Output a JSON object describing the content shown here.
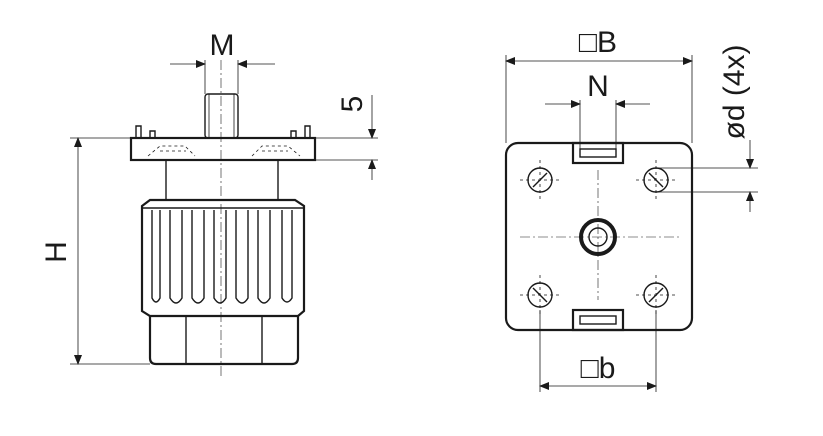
{
  "side_view": {
    "label_M": "M",
    "label_5": "5",
    "label_H": "H"
  },
  "top_view": {
    "label_B": "□B",
    "label_N": "N",
    "label_d": "ød (4x)",
    "label_b": "□b"
  },
  "colors": {
    "line": "#1a1a1a",
    "background": "#ffffff"
  }
}
